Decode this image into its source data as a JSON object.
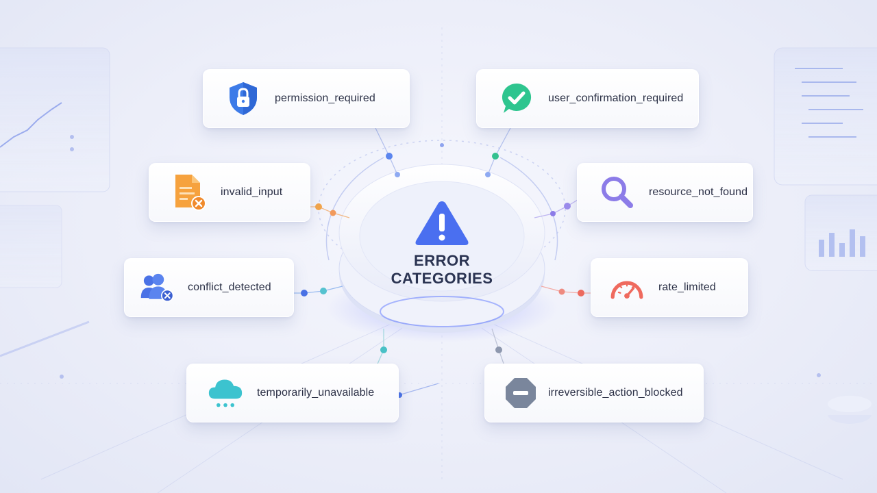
{
  "hub": {
    "title_line1": "ERROR",
    "title_line2": "CATEGORIES",
    "icon": "warning-triangle-icon"
  },
  "categories": [
    {
      "label": "permission_required",
      "icon": "shield-lock-icon",
      "color": "#3d7be8"
    },
    {
      "label": "user_confirmation_required",
      "icon": "chat-check-icon",
      "color": "#2ec58f"
    },
    {
      "label": "invalid_input",
      "icon": "document-error-icon",
      "color": "#f6a23e"
    },
    {
      "label": "resource_not_found",
      "icon": "magnifier-icon",
      "color": "#8c7ce8"
    },
    {
      "label": "conflict_detected",
      "icon": "users-conflict-icon",
      "color": "#4a72e6"
    },
    {
      "label": "rate_limited",
      "icon": "speedometer-icon",
      "color": "#ef6a5e"
    },
    {
      "label": "temporarily_unavailable",
      "icon": "cloud-icon",
      "color": "#3cc3cf"
    },
    {
      "label": "irreversible_action_blocked",
      "icon": "stop-octagon-icon",
      "color": "#7a869c"
    }
  ],
  "colors": {
    "accent": "#4a6ff0",
    "text": "#2a2f45"
  }
}
